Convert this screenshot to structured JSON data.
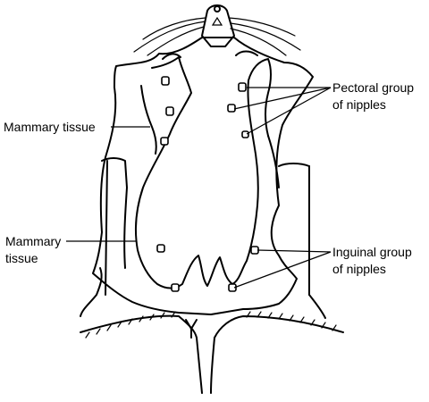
{
  "labels": {
    "mammary_tissue_upper": "Mammary tissue",
    "mammary_tissue_lower_line1": "Mammary",
    "mammary_tissue_lower_line2": "tissue",
    "pectoral_line1": "Pectoral group",
    "pectoral_line2": "of nipples",
    "inguinal_line1": "Inguinal group",
    "inguinal_line2": "of nipples"
  }
}
